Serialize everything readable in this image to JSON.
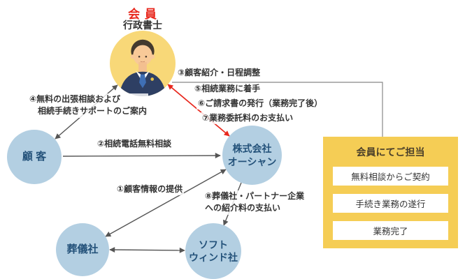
{
  "member": {
    "title": "会 員",
    "subtitle": "行政書士",
    "avatar_icon": "person-in-suit-icon"
  },
  "nodes": {
    "customer": "顧 客",
    "ocean": "株式会社\nオーシャン",
    "funeral": "葬儀社",
    "softwind": "ソフト\nウィンド社"
  },
  "labels": {
    "l1": "①顧客情報の提供",
    "l2": "②相続電話無料相談",
    "l3": "③顧客紹介・日程調整",
    "l4": "④無料の出張相談および\n　相続手続きサポートのご案内",
    "l5": "⑤相続業務に着手",
    "l6": "⑥ご請求書の発行（業務完了後）",
    "l7": "⑦業務委託料のお支払い",
    "l8": "⑧葬儀社・パートナー企業\nへの紹介料の支払い"
  },
  "panel": {
    "title": "会員にてご担当",
    "items": [
      "無料相談からご契約",
      "手続き業務の遂行",
      "業務完了"
    ]
  },
  "colors": {
    "accent_red": "#e8281e",
    "node_blue": "#b3cfe2",
    "node_text": "#24527a",
    "member_yellow": "#f8d878",
    "panel_yellow": "#f5cd55",
    "arrow_gray": "#555555",
    "label_text": "#333333"
  }
}
